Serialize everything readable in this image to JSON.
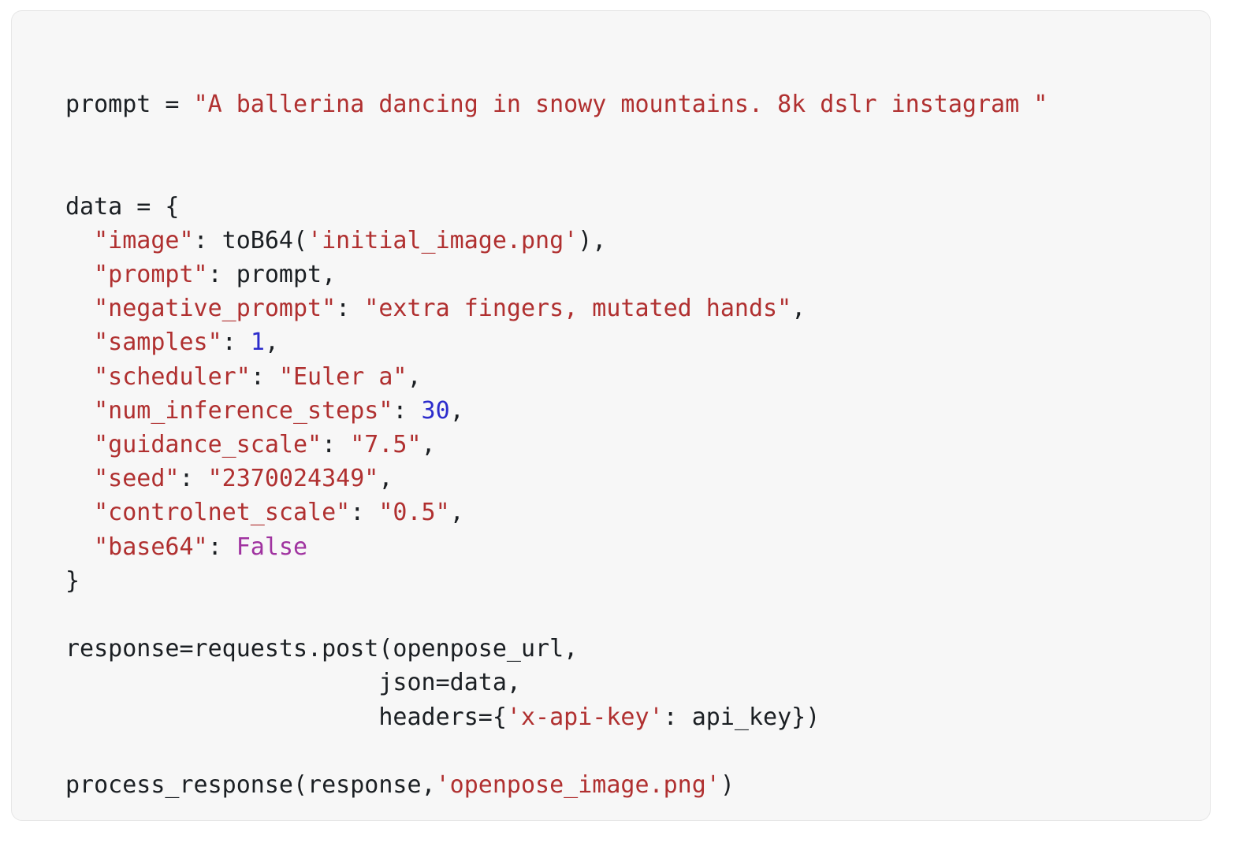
{
  "card": {
    "background": "#f7f7f7",
    "border_color": "#e6e6e6"
  },
  "theme": {
    "plain": "#1b1f23",
    "string": "#b03030",
    "number": "#2c2ccc",
    "keyword": "#a033a0",
    "page_background": "#ffffff"
  },
  "language": "python",
  "code": {
    "raw": "prompt = \"A ballerina dancing in snowy mountains. 8k dslr instagram \"\n\n\ndata = {\n  \"image\": toB64('initial_image.png'),\n  \"prompt\": prompt,\n  \"negative_prompt\": \"extra fingers, mutated hands\",\n  \"samples\": 1,\n  \"scheduler\": \"Euler a\",\n  \"num_inference_steps\": 30,\n  \"guidance_scale\": \"7.5\",\n  \"seed\": \"2370024349\",\n  \"controlnet_scale\": \"0.5\",\n  \"base64\": False\n}\n\nresponse=requests.post(openpose_url,\n                      json=data,\n                      headers={'x-api-key': api_key})\n\nprocess_response(response,'openpose_image.png')",
    "lines": [
      {
        "n": 1,
        "tokens": [
          {
            "t": "plain",
            "v": "prompt = "
          },
          {
            "t": "string",
            "v": "\"A ballerina dancing in snowy mountains. 8k dslr instagram \""
          }
        ]
      },
      {
        "n": 2,
        "tokens": []
      },
      {
        "n": 3,
        "tokens": []
      },
      {
        "n": 4,
        "tokens": [
          {
            "t": "plain",
            "v": "data = {"
          }
        ]
      },
      {
        "n": 5,
        "tokens": [
          {
            "t": "plain",
            "v": "  "
          },
          {
            "t": "string",
            "v": "\"image\""
          },
          {
            "t": "plain",
            "v": ": toB64("
          },
          {
            "t": "string",
            "v": "'initial_image.png'"
          },
          {
            "t": "plain",
            "v": "),"
          }
        ]
      },
      {
        "n": 6,
        "tokens": [
          {
            "t": "plain",
            "v": "  "
          },
          {
            "t": "string",
            "v": "\"prompt\""
          },
          {
            "t": "plain",
            "v": ": prompt,"
          }
        ]
      },
      {
        "n": 7,
        "tokens": [
          {
            "t": "plain",
            "v": "  "
          },
          {
            "t": "string",
            "v": "\"negative_prompt\""
          },
          {
            "t": "plain",
            "v": ": "
          },
          {
            "t": "string",
            "v": "\"extra fingers, mutated hands\""
          },
          {
            "t": "plain",
            "v": ","
          }
        ]
      },
      {
        "n": 8,
        "tokens": [
          {
            "t": "plain",
            "v": "  "
          },
          {
            "t": "string",
            "v": "\"samples\""
          },
          {
            "t": "plain",
            "v": ": "
          },
          {
            "t": "number",
            "v": "1"
          },
          {
            "t": "plain",
            "v": ","
          }
        ]
      },
      {
        "n": 9,
        "tokens": [
          {
            "t": "plain",
            "v": "  "
          },
          {
            "t": "string",
            "v": "\"scheduler\""
          },
          {
            "t": "plain",
            "v": ": "
          },
          {
            "t": "string",
            "v": "\"Euler a\""
          },
          {
            "t": "plain",
            "v": ","
          }
        ]
      },
      {
        "n": 10,
        "tokens": [
          {
            "t": "plain",
            "v": "  "
          },
          {
            "t": "string",
            "v": "\"num_inference_steps\""
          },
          {
            "t": "plain",
            "v": ": "
          },
          {
            "t": "number",
            "v": "30"
          },
          {
            "t": "plain",
            "v": ","
          }
        ]
      },
      {
        "n": 11,
        "tokens": [
          {
            "t": "plain",
            "v": "  "
          },
          {
            "t": "string",
            "v": "\"guidance_scale\""
          },
          {
            "t": "plain",
            "v": ": "
          },
          {
            "t": "string",
            "v": "\"7.5\""
          },
          {
            "t": "plain",
            "v": ","
          }
        ]
      },
      {
        "n": 12,
        "tokens": [
          {
            "t": "plain",
            "v": "  "
          },
          {
            "t": "string",
            "v": "\"seed\""
          },
          {
            "t": "plain",
            "v": ": "
          },
          {
            "t": "string",
            "v": "\"2370024349\""
          },
          {
            "t": "plain",
            "v": ","
          }
        ]
      },
      {
        "n": 13,
        "tokens": [
          {
            "t": "plain",
            "v": "  "
          },
          {
            "t": "string",
            "v": "\"controlnet_scale\""
          },
          {
            "t": "plain",
            "v": ": "
          },
          {
            "t": "string",
            "v": "\"0.5\""
          },
          {
            "t": "plain",
            "v": ","
          }
        ]
      },
      {
        "n": 14,
        "tokens": [
          {
            "t": "plain",
            "v": "  "
          },
          {
            "t": "string",
            "v": "\"base64\""
          },
          {
            "t": "plain",
            "v": ": "
          },
          {
            "t": "keyword",
            "v": "False"
          }
        ]
      },
      {
        "n": 15,
        "tokens": [
          {
            "t": "plain",
            "v": "}"
          }
        ]
      },
      {
        "n": 16,
        "tokens": []
      },
      {
        "n": 17,
        "tokens": [
          {
            "t": "plain",
            "v": "response=requests.post(openpose_url,"
          }
        ]
      },
      {
        "n": 18,
        "tokens": [
          {
            "t": "plain",
            "v": "                      json=data,"
          }
        ]
      },
      {
        "n": 19,
        "tokens": [
          {
            "t": "plain",
            "v": "                      headers={"
          },
          {
            "t": "string",
            "v": "'x-api-key'"
          },
          {
            "t": "plain",
            "v": ": api_key})"
          }
        ]
      },
      {
        "n": 20,
        "tokens": []
      },
      {
        "n": 21,
        "tokens": [
          {
            "t": "plain",
            "v": "process_response(response,"
          },
          {
            "t": "string",
            "v": "'openpose_image.png'"
          },
          {
            "t": "plain",
            "v": ")"
          }
        ]
      }
    ]
  }
}
